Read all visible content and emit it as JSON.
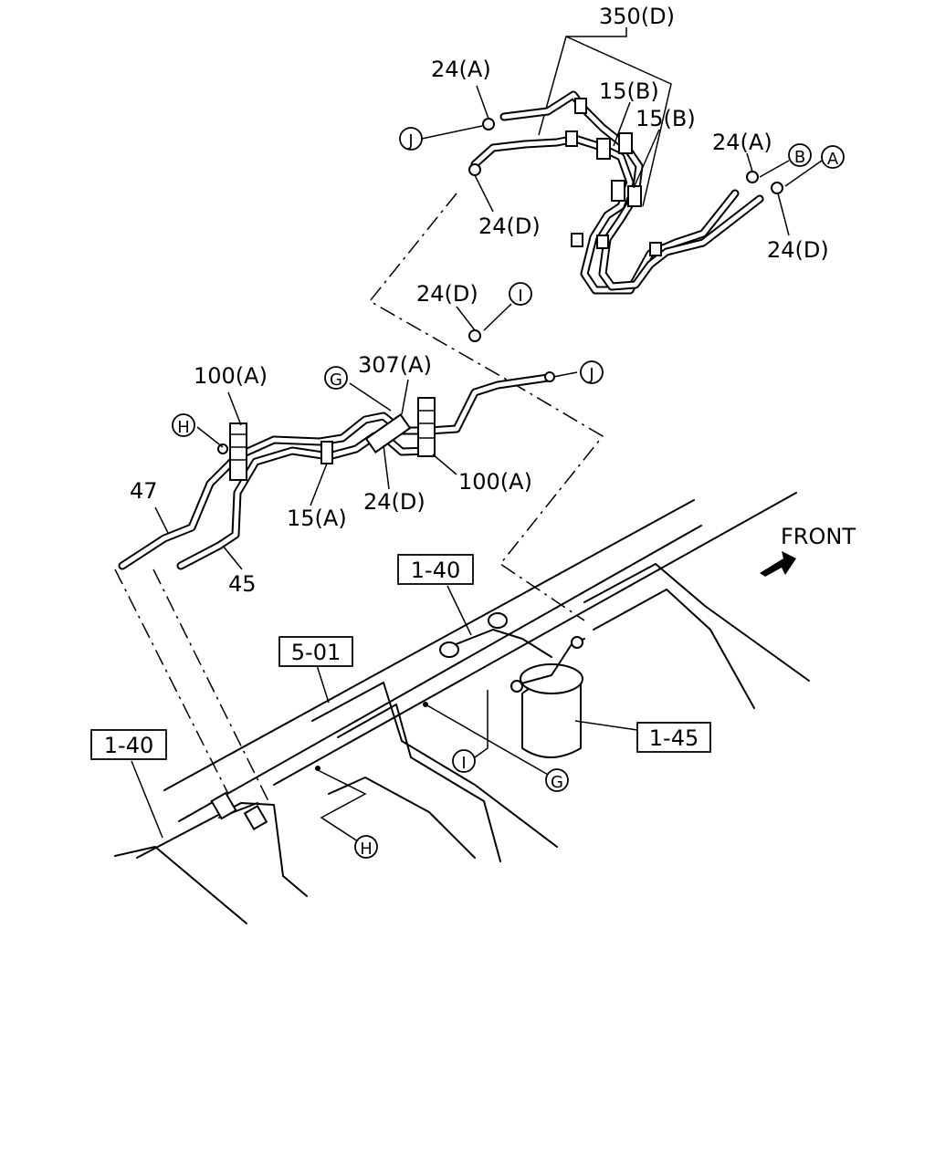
{
  "diagram": {
    "part_labels": {
      "p350d": "350(D)",
      "p24a_top": "24(A)",
      "p15b_1": "15(B)",
      "p15b_2": "15(B)",
      "p24a_right": "24(A)",
      "p24d_top": "24(D)",
      "p24d_right": "24(D)",
      "p24d_mid": "24(D)",
      "p307a": "307(A)",
      "p100a_left": "100(A)",
      "p100a_right": "100(A)",
      "p15a": "15(A)",
      "p24d_low": "24(D)",
      "p47": "47",
      "p45": "45"
    },
    "callouts": {
      "j_top": "J",
      "b": "B",
      "a": "A",
      "i_top": "I",
      "g_top": "G",
      "j_mid": "J",
      "h_left": "H",
      "i_low": "I",
      "g_low": "G",
      "h_low": "H"
    },
    "ref_boxes": {
      "r1_40_top": "1-40",
      "r5_01": "5-01",
      "r1_40_left": "1-40",
      "r1_45": "1-45"
    },
    "front_label": "FRONT",
    "front_arrow_icon": "arrow-icon"
  }
}
